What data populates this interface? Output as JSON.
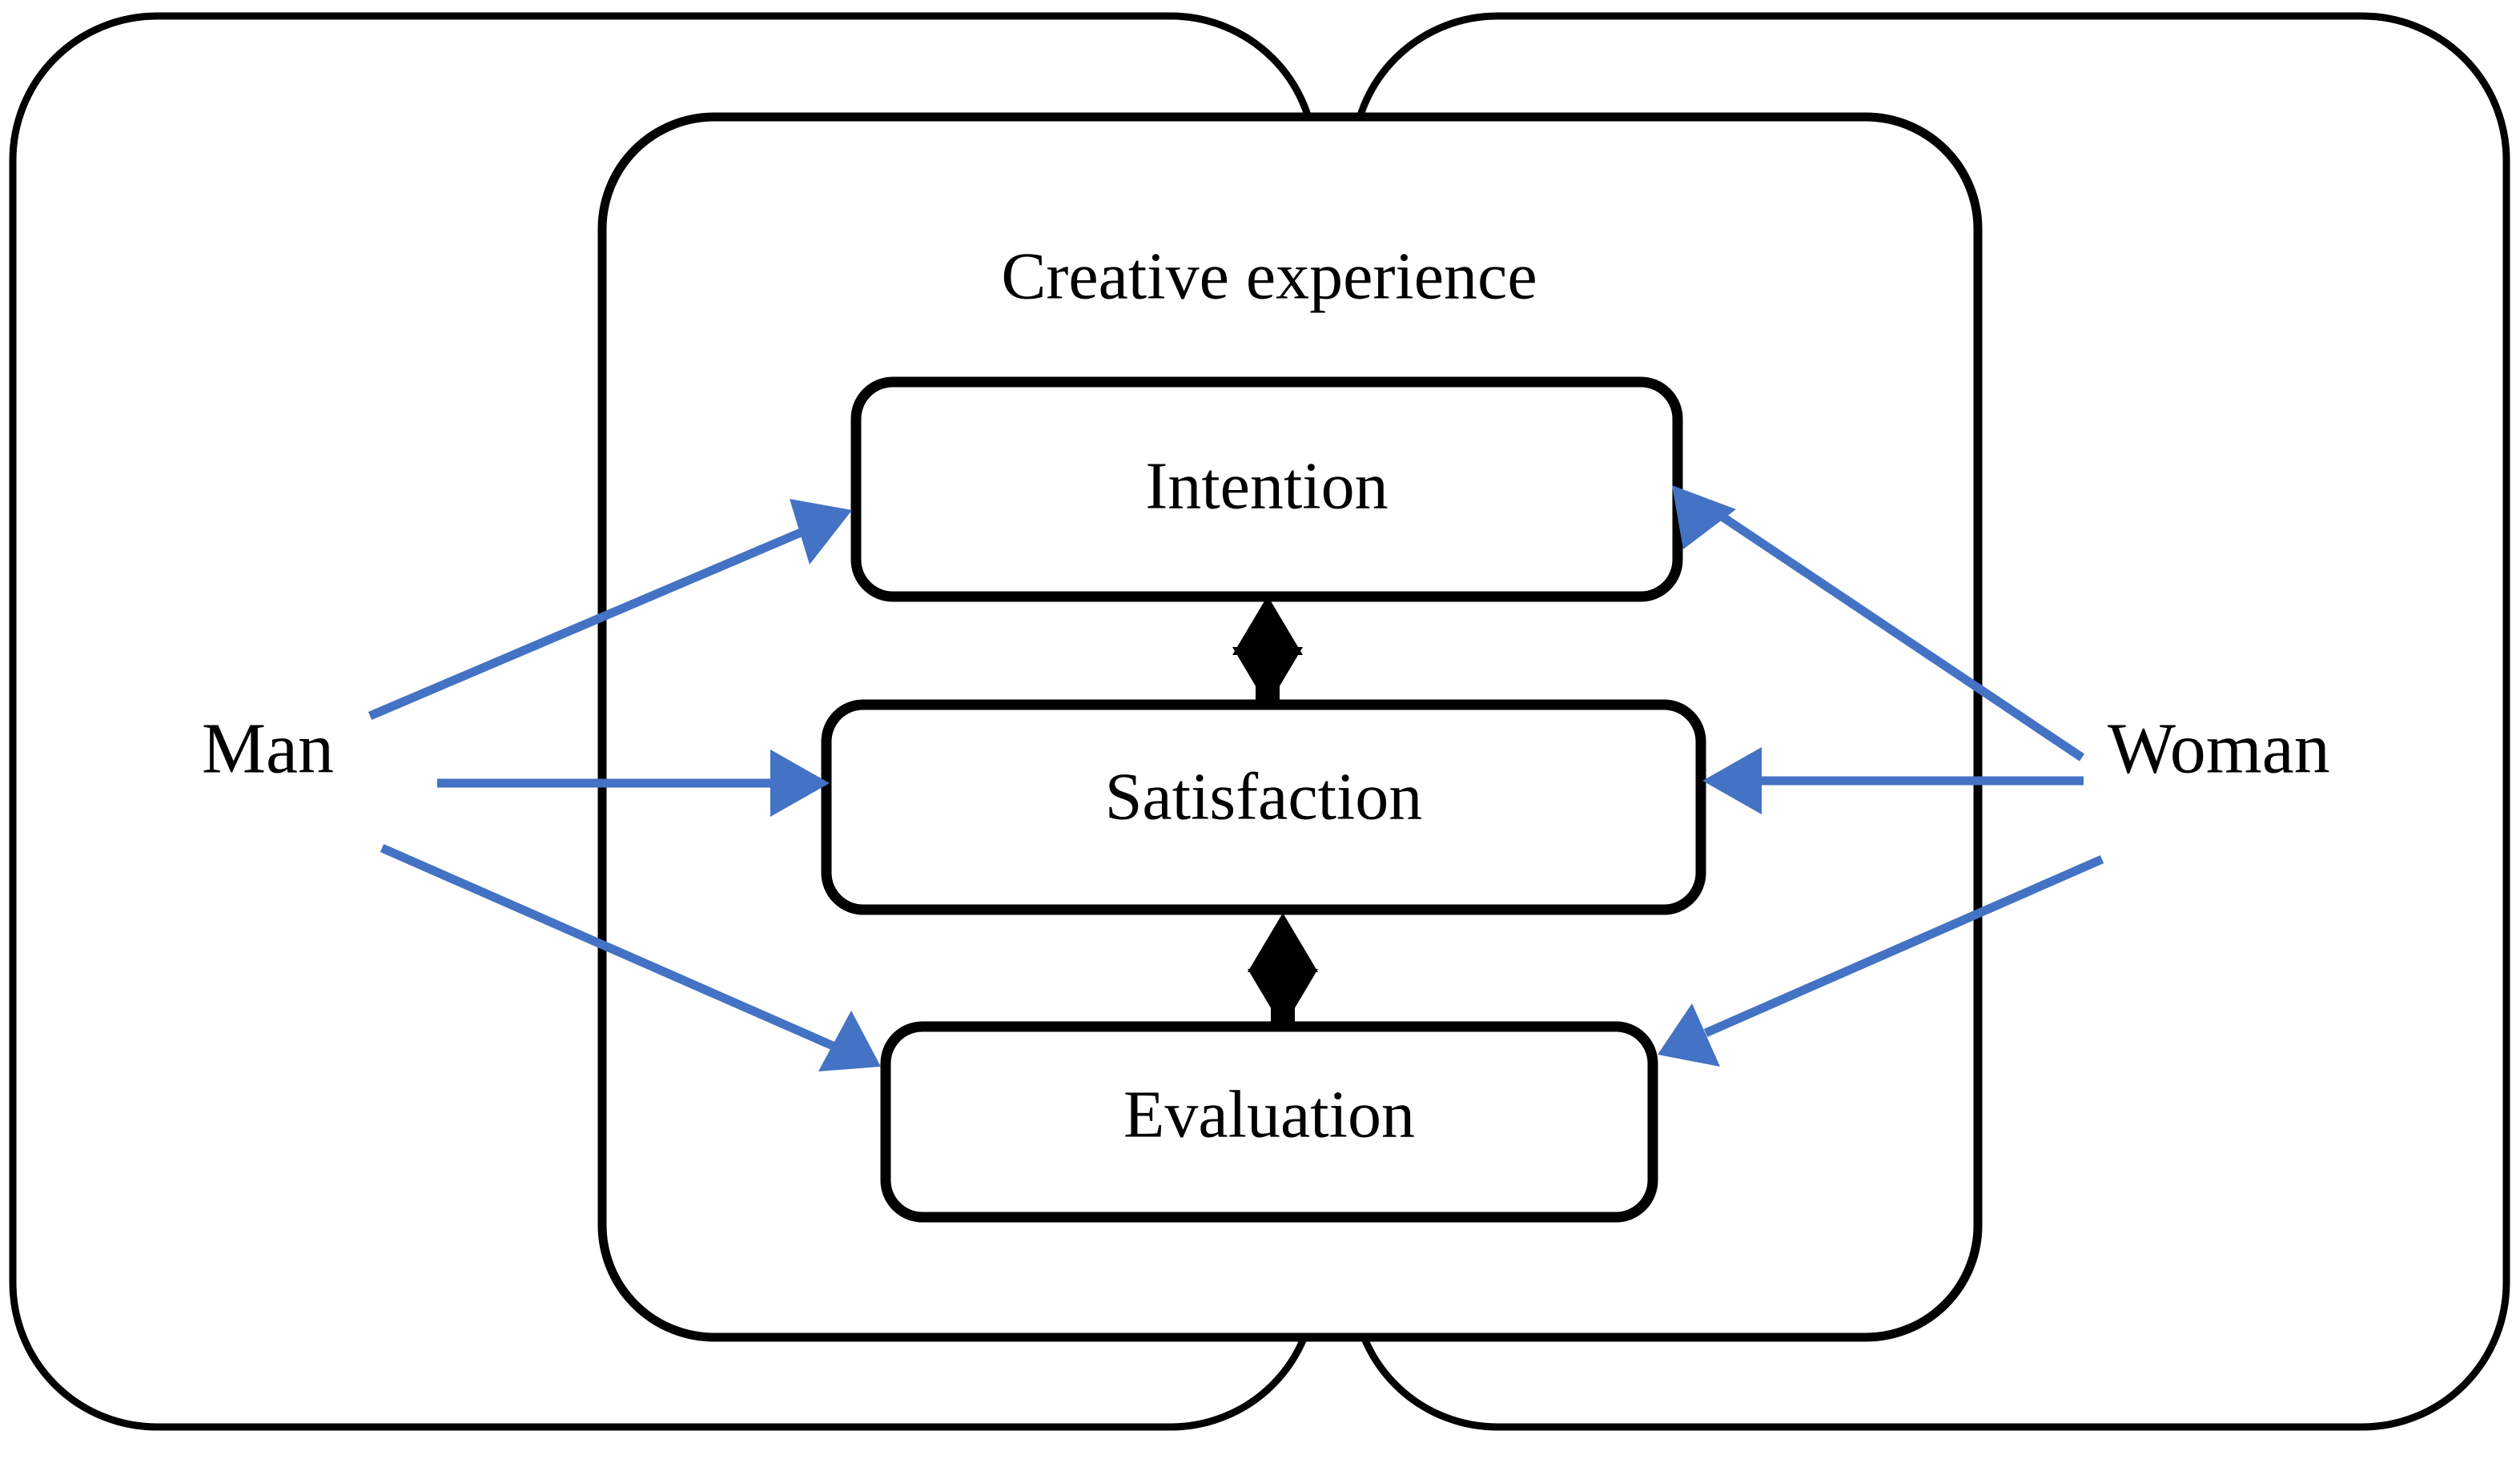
{
  "diagram": {
    "title_text": "Creative experience",
    "background_color": "#FFFFFF",
    "line_color": "#000000",
    "arrow_color": "#4472C4",
    "regions": [
      {
        "id": "man-region",
        "label": "Man"
      },
      {
        "id": "woman-region",
        "label": "Woman"
      },
      {
        "id": "creative-experience-region",
        "label": "Creative experience"
      }
    ],
    "nodes": [
      {
        "id": "intention",
        "label": "Intention"
      },
      {
        "id": "satisfaction",
        "label": "Satisfaction"
      },
      {
        "id": "evaluation",
        "label": "Evaluation"
      }
    ],
    "actors": {
      "left": "Man",
      "right": "Woman"
    },
    "connections": [
      {
        "id": "man-to-intention",
        "from": "Man",
        "to": "Intention",
        "style": "single-arrow",
        "color": "#4472C4"
      },
      {
        "id": "man-to-satisfaction",
        "from": "Man",
        "to": "Satisfaction",
        "style": "single-arrow",
        "color": "#4472C4"
      },
      {
        "id": "man-to-evaluation",
        "from": "Man",
        "to": "Evaluation",
        "style": "single-arrow",
        "color": "#4472C4"
      },
      {
        "id": "woman-to-intention",
        "from": "Woman",
        "to": "Intention",
        "style": "single-arrow",
        "color": "#4472C4"
      },
      {
        "id": "woman-to-satisfaction",
        "from": "Woman",
        "to": "Satisfaction",
        "style": "single-arrow",
        "color": "#4472C4"
      },
      {
        "id": "woman-to-evaluation",
        "from": "Woman",
        "to": "Evaluation",
        "style": "single-arrow",
        "color": "#4472C4"
      },
      {
        "id": "intention-satisfaction",
        "from": "Intention",
        "to": "Satisfaction",
        "style": "double-arrow",
        "color": "#000000"
      },
      {
        "id": "satisfaction-evaluation",
        "from": "Satisfaction",
        "to": "Evaluation",
        "style": "double-arrow",
        "color": "#000000"
      }
    ]
  }
}
